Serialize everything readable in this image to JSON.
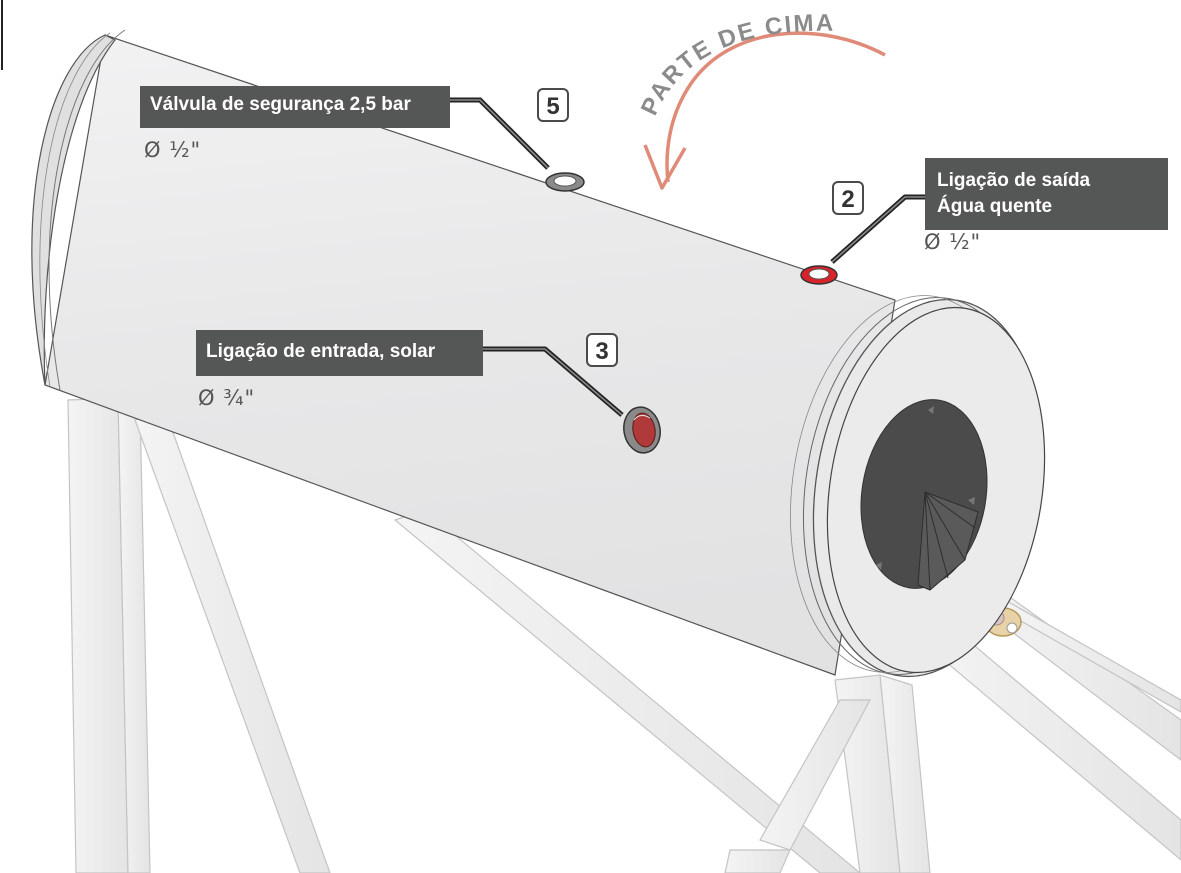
{
  "diagram": {
    "top_arrow_label": "PARTE DE CIMA",
    "callouts": [
      {
        "id": "5",
        "label": "Válvula de segurança 2,5 bar",
        "dimension": "Ø ½\""
      },
      {
        "id": "2",
        "label_line1": "Ligação de saída",
        "label_line2": "Água quente",
        "dimension": "Ø ½\""
      },
      {
        "id": "3",
        "label": "Ligação de entrada, solar",
        "dimension": "Ø ¾\""
      }
    ]
  },
  "colors": {
    "callout_bg": "#555656",
    "arrow": "#e08a78",
    "tank_body": "#ececed",
    "hot_outlet": "#d9232a",
    "solar_inlet": "#b0393a",
    "end_cap_dark": "#4b4b4b"
  }
}
